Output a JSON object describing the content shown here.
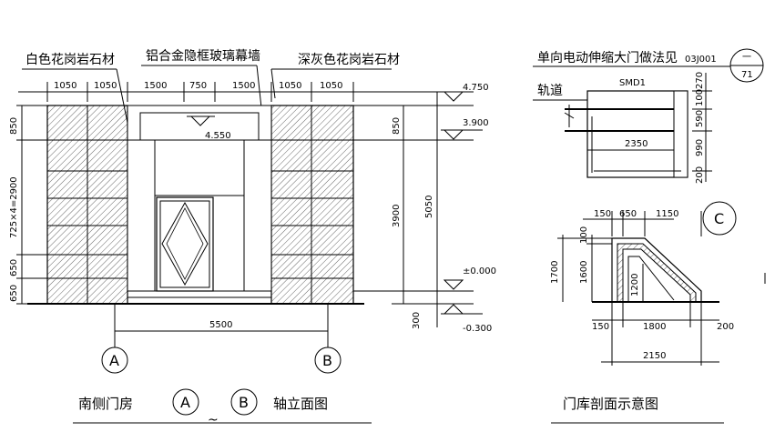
{
  "elevation": {
    "labels": {
      "white_granite": "白色花岗岩石材",
      "curtain_wall": "铝合金隐框玻璃幕墙",
      "dark_granite": "深灰色花岗岩石材"
    },
    "top_dims": [
      "1050",
      "1050",
      "1500",
      "750",
      "1500",
      "1050",
      "1050"
    ],
    "left_dims": [
      "850",
      "725×4=2900",
      "650",
      "650"
    ],
    "right_dims_inner": [
      "850",
      "3900"
    ],
    "right_dims_outer": [
      "5050",
      "300"
    ],
    "levels": [
      "4.750",
      "3.900",
      "4.550",
      "±0.000",
      "-0.300"
    ],
    "bottom_dim": "5500",
    "axes": [
      "A",
      "B"
    ],
    "title_left": "南侧门房",
    "title_tilde": "~",
    "title_right": "轴立面图"
  },
  "detail_door": {
    "label": "单向电动伸缩大门做法见",
    "ref_code": "03J001",
    "ref_top": "一",
    "ref_bottom": "71",
    "track_label": "轨道",
    "model": "SMD1",
    "width_dim": "2350",
    "side_dims": [
      "270",
      "100",
      "590",
      "990",
      "200"
    ]
  },
  "detail_section": {
    "circle": "C",
    "top_dims": [
      "150",
      "650",
      "1150"
    ],
    "left_dims": [
      "1700",
      "100",
      "1600"
    ],
    "inner_dim": "1200",
    "bottom_dims": [
      "150",
      "1800",
      "200"
    ],
    "total_dim": "2150",
    "title": "门库剖面示意图"
  },
  "colors": {
    "line": "#000000",
    "background": "#ffffff"
  }
}
